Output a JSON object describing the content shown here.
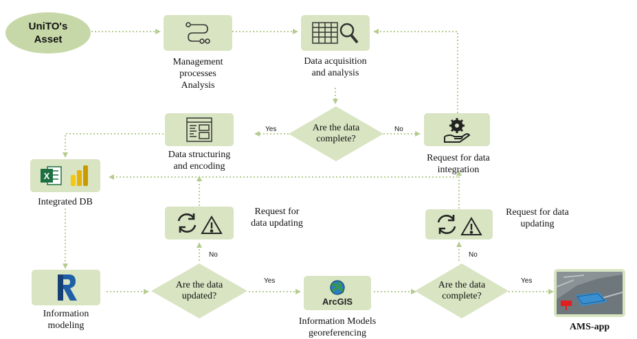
{
  "nodes": {
    "asset": "UniTO's\nAsset",
    "management": "Management\nprocesses\nAnalysis",
    "acquisition": "Data acquisition\nand analysis",
    "structuring": "Data structuring\nand encoding",
    "integrated_db": "Integrated DB",
    "request_integration": "Request for data\nintegration",
    "request_updating_left": "Request for\ndata updating",
    "request_updating_right": "Request for data\nupdating",
    "information_modeling": "Information\nmodeling",
    "info_models": "Information Models\ngeoreferencing",
    "ams_app": "AMS-app",
    "arcgis_text": "ArcGIS"
  },
  "decisions": {
    "complete_top": "Are the data\ncomplete?",
    "updated": "Are the data\nupdated?",
    "complete_bottom": "Are the data\ncomplete?"
  },
  "edge_labels": {
    "yes_top": "Yes",
    "no_top": "No",
    "no_left": "No",
    "yes_bottom_mid": "Yes",
    "no_right": "No",
    "yes_bottom_right": "Yes"
  },
  "colors": {
    "box_fill": "#d8e4c2",
    "ellipse_fill": "#c7d8a8",
    "arrow": "#b5cc8e"
  },
  "icons": {
    "management": "process-flow-icon",
    "acquisition": "table-search-icon",
    "structuring": "code-window-icon",
    "integration": "hand-gear-icon",
    "updating": "refresh-warning-icon",
    "excel": "excel-icon",
    "powerbi": "powerbi-icon",
    "revit": "revit-icon",
    "arcgis": "arcgis-globe-icon",
    "ams": "map-screenshot-icon"
  }
}
